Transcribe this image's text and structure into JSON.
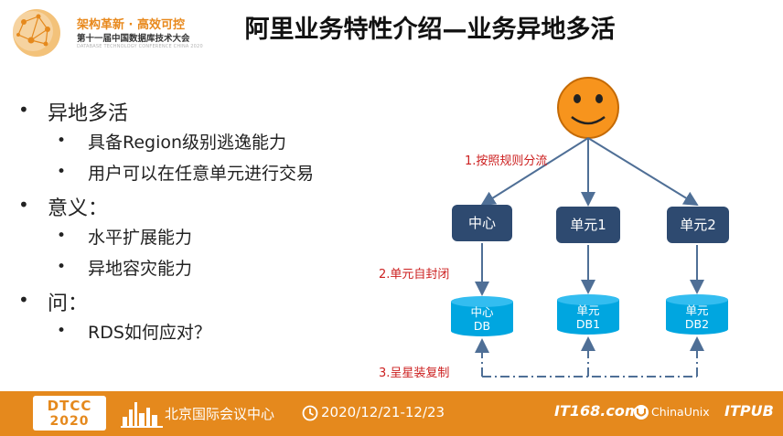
{
  "logo": {
    "line1": "架构革新 · 高效可控",
    "line2": "第十一届中国数据库技术大会",
    "line3": "DATABASE TECHNOLOGY CONFERENCE CHINA 2020"
  },
  "title": "阿里业务特性介绍—业务异地多活",
  "bullets": [
    {
      "text": "异地多活",
      "sub": [
        "具备Region级别逃逸能力",
        "用户可以在任意单元进行交易"
      ]
    },
    {
      "text": "意义：",
      "sub": [
        "水平扩展能力",
        "异地容灾能力"
      ]
    },
    {
      "text": "问：",
      "sub": [
        "RDS如何应对？"
      ]
    }
  ],
  "diagram": {
    "nodes": [
      "中心",
      "单元1",
      "单元2"
    ],
    "dbs": [
      {
        "line1": "中心",
        "line2": "DB"
      },
      {
        "line1": "单元",
        "line2": "DB1"
      },
      {
        "line1": "单元",
        "line2": "DB2"
      }
    ],
    "labels": {
      "step1": "1.按照规则分流",
      "step2": "2.单元自封闭",
      "step3": "3.呈星装复制"
    },
    "colors": {
      "node": "#2e4a70",
      "db": "#00a6e0",
      "face": "#f7941d",
      "label": "#cc1f1f",
      "arrow": "#4f6f96"
    }
  },
  "footer": {
    "dtcc": "DTCC",
    "year": "2020",
    "venue": "北京国际会议中心",
    "date": "2020/12/21-12/23",
    "sponsor1": "IT168.com",
    "sponsor2": "ChinaUnix",
    "sponsor3": "ITPUB"
  }
}
